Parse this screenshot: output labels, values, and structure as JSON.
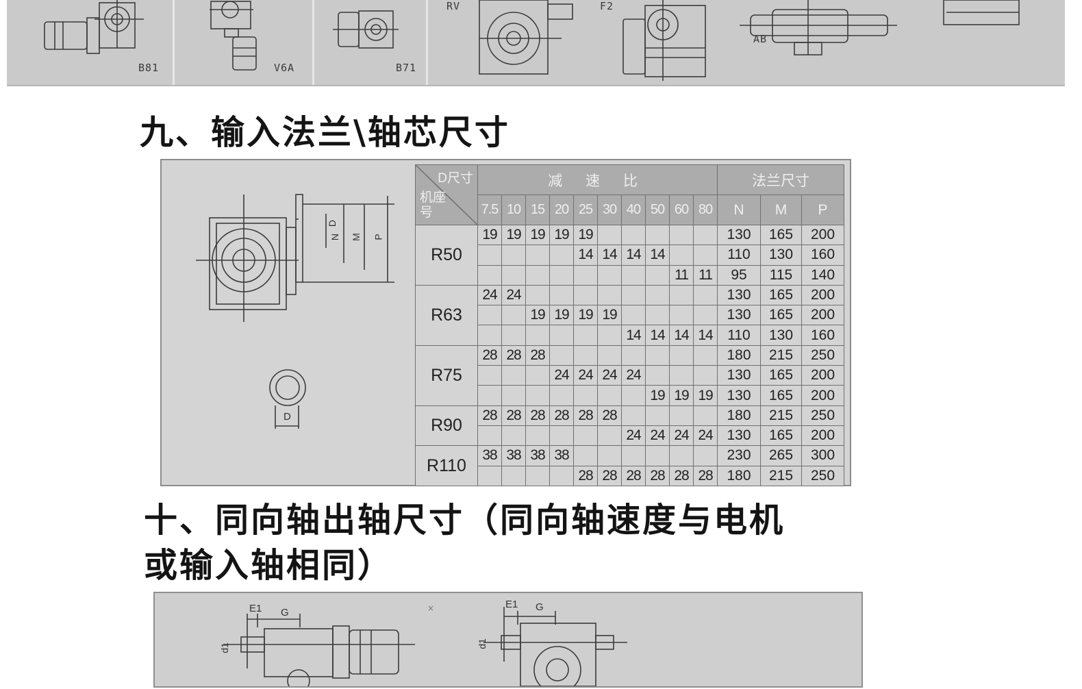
{
  "mounting_strip": {
    "labels": [
      "B81",
      "V6A",
      "B71",
      "RV",
      "F2",
      "AB"
    ]
  },
  "section_nine": {
    "heading": "九、输入法兰\\轴芯尺寸",
    "drawing_labels": [
      "D",
      "N",
      "M",
      "P",
      "D"
    ],
    "table": {
      "corner_top": "D尺寸",
      "corner_bottom": "机座号",
      "ratio_header": "减 速 比",
      "flange_header": "法兰尺寸",
      "ratios": [
        "7.5",
        "10",
        "15",
        "20",
        "25",
        "30",
        "40",
        "50",
        "60",
        "80"
      ],
      "flange_columns": [
        "N",
        "M",
        "P"
      ],
      "groups": [
        {
          "model": "R50",
          "rows": [
            {
              "d": [
                "19",
                "19",
                "19",
                "19",
                "19",
                "",
                "",
                "",
                "",
                ""
              ],
              "N": "130",
              "M": "165",
              "P": "200"
            },
            {
              "d": [
                "",
                "",
                "",
                "",
                "14",
                "14",
                "14",
                "14",
                "",
                ""
              ],
              "N": "110",
              "M": "130",
              "P": "160"
            },
            {
              "d": [
                "",
                "",
                "",
                "",
                "",
                "",
                "",
                "",
                "11",
                "11"
              ],
              "N": "95",
              "M": "115",
              "P": "140"
            }
          ]
        },
        {
          "model": "R63",
          "rows": [
            {
              "d": [
                "24",
                "24",
                "",
                "",
                "",
                "",
                "",
                "",
                "",
                ""
              ],
              "N": "130",
              "M": "165",
              "P": "200"
            },
            {
              "d": [
                "",
                "",
                "19",
                "19",
                "19",
                "19",
                "",
                "",
                "",
                ""
              ],
              "N": "130",
              "M": "165",
              "P": "200"
            },
            {
              "d": [
                "",
                "",
                "",
                "",
                "",
                "",
                "14",
                "14",
                "14",
                "14"
              ],
              "N": "110",
              "M": "130",
              "P": "160"
            }
          ]
        },
        {
          "model": "R75",
          "rows": [
            {
              "d": [
                "28",
                "28",
                "28",
                "",
                "",
                "",
                "",
                "",
                "",
                ""
              ],
              "N": "180",
              "M": "215",
              "P": "250"
            },
            {
              "d": [
                "",
                "",
                "",
                "24",
                "24",
                "24",
                "24",
                "",
                "",
                ""
              ],
              "N": "130",
              "M": "165",
              "P": "200"
            },
            {
              "d": [
                "",
                "",
                "",
                "",
                "",
                "",
                "",
                "19",
                "19",
                "19"
              ],
              "N": "130",
              "M": "165",
              "P": "200"
            }
          ]
        },
        {
          "model": "R90",
          "rows": [
            {
              "d": [
                "28",
                "28",
                "28",
                "28",
                "28",
                "28",
                "",
                "",
                "",
                ""
              ],
              "N": "180",
              "M": "215",
              "P": "250"
            },
            {
              "d": [
                "",
                "",
                "",
                "",
                "",
                "",
                "24",
                "24",
                "24",
                "24"
              ],
              "N": "130",
              "M": "165",
              "P": "200"
            }
          ]
        },
        {
          "model": "R110",
          "rows": [
            {
              "d": [
                "38",
                "38",
                "38",
                "38",
                "",
                "",
                "",
                "",
                "",
                ""
              ],
              "N": "230",
              "M": "265",
              "P": "300"
            },
            {
              "d": [
                "",
                "",
                "",
                "",
                "28",
                "28",
                "28",
                "28",
                "28",
                "28"
              ],
              "N": "180",
              "M": "215",
              "P": "250"
            }
          ]
        }
      ]
    }
  },
  "section_ten": {
    "heading_line1": "十、同向轴出轴尺寸（同向轴速度与电机",
    "heading_line2": "或输入轴相同）",
    "drawing_labels": [
      "E1",
      "G",
      "d1",
      "E1",
      "G",
      "d1"
    ]
  }
}
